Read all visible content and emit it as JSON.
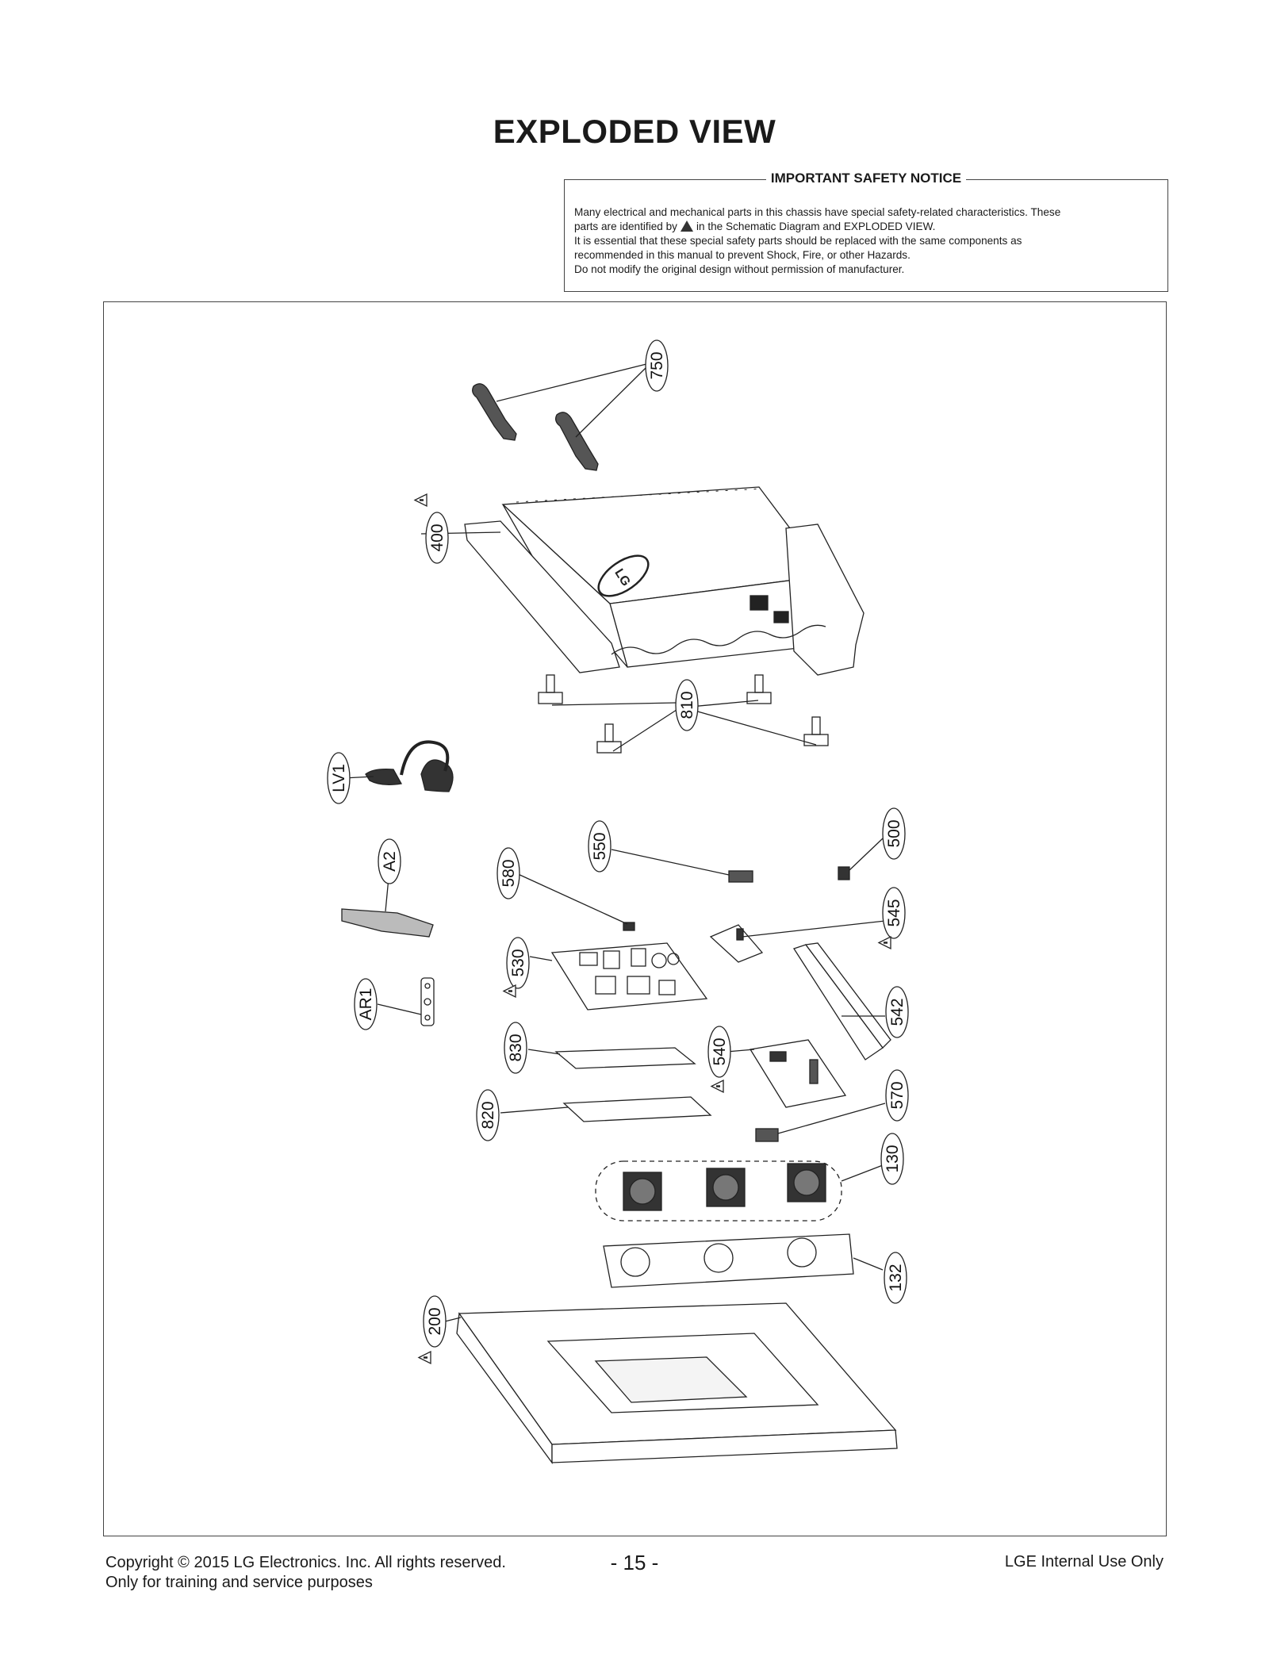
{
  "page_title": "EXPLODED VIEW",
  "notice": {
    "title": "IMPORTANT SAFETY NOTICE",
    "line1": "Many electrical and mechanical parts in this chassis have special safety-related characteristics. These",
    "line2a": "parts are identified by",
    "line2b": "in the Schematic Diagram and EXPLODED VIEW.",
    "line3": "It is essential that these special safety parts should be replaced with the same components as",
    "line4": "recommended in this manual to prevent Shock, Fire, or other Hazards.",
    "line5": "Do not modify the original design without permission of manufacturer."
  },
  "parts": {
    "p750": "750",
    "p400": "400",
    "p810": "810",
    "pLV1": "LV1",
    "pA2": "A2",
    "p580": "580",
    "p550": "550",
    "p500": "500",
    "p545": "545",
    "p530": "530",
    "pAR1": "AR1",
    "p830": "830",
    "p540": "540",
    "p542": "542",
    "p820": "820",
    "p570": "570",
    "p130": "130",
    "p132": "132",
    "p200": "200"
  },
  "logo_text": "LG",
  "footer": {
    "copyright": "Copyright  © 2015  LG Electronics. Inc. All rights reserved.",
    "training": "Only for training and service purposes",
    "page_number": "- 15 -",
    "internal": "LGE Internal Use Only"
  }
}
